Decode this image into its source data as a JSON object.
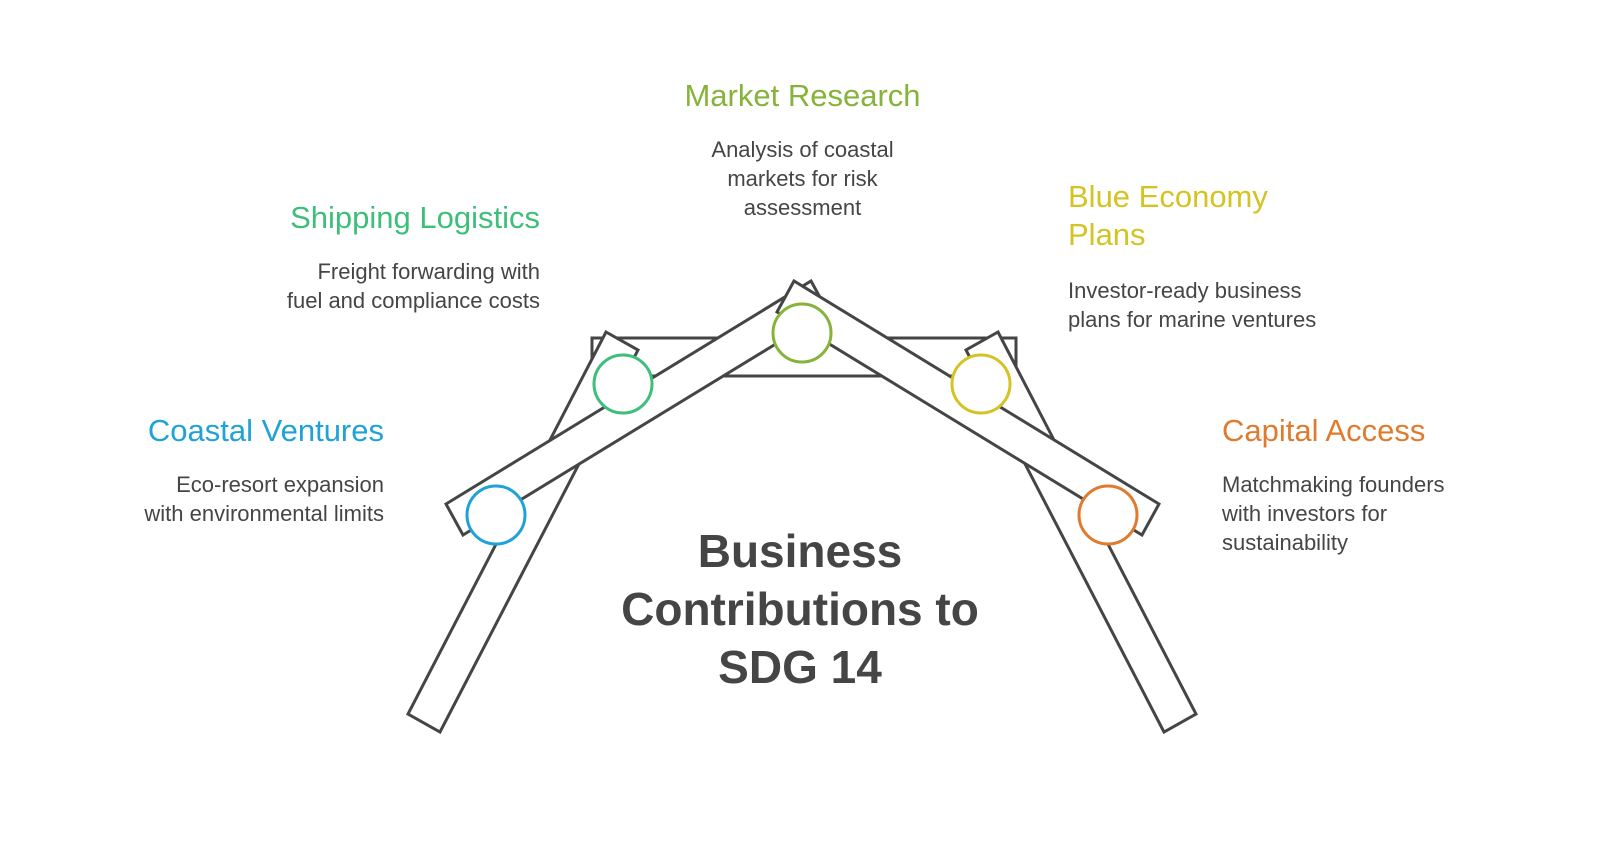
{
  "colors": {
    "outline": "#454545",
    "coastal": "#1fa2d8",
    "shipping": "#3dbf7a",
    "market": "#86b33a",
    "blue_economy": "#d4c423",
    "capital": "#e07b2e"
  },
  "title": "Business Contributions to SDG 14",
  "items": {
    "market": {
      "title": "Market Research",
      "desc": "Analysis of coastal markets for risk assessment"
    },
    "shipping": {
      "title": "Shipping Logistics",
      "desc": "Freight forwarding with fuel and compliance costs"
    },
    "blue_economy": {
      "title": "Blue Economy Plans",
      "desc": "Investor-ready business plans for marine ventures"
    },
    "coastal": {
      "title": "Coastal Ventures",
      "desc": "Eco-resort expansion with environmental limits"
    },
    "capital": {
      "title": "Capital Access",
      "desc": "Matchmaking founders with investors for sustainability"
    }
  }
}
